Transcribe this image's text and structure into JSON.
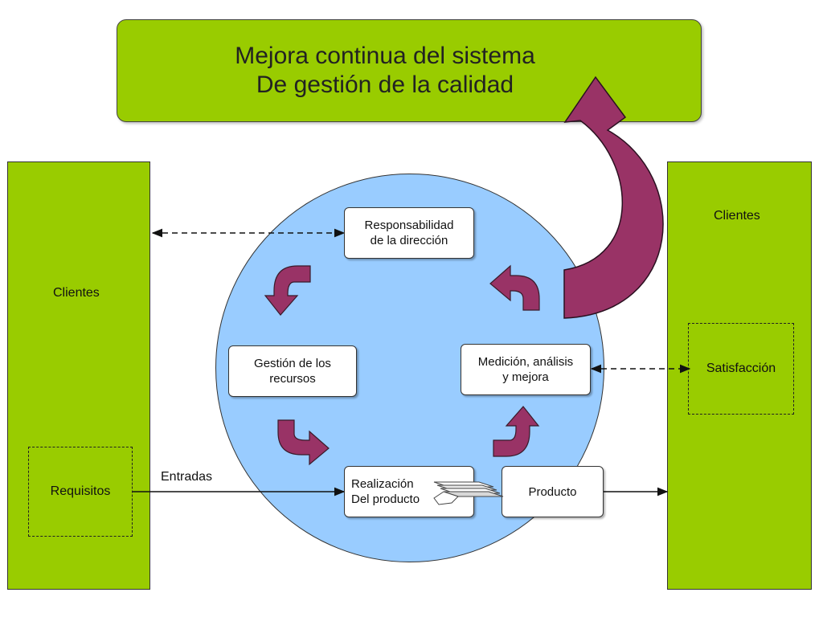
{
  "banner": {
    "line1": "Mejora continua del sistema",
    "line2": "De gestión de la calidad"
  },
  "left_column": {
    "label": "Clientes",
    "requirements": "Requisitos"
  },
  "right_column": {
    "label": "Clientes",
    "satisfaction": "Satisfacción"
  },
  "nodes": {
    "management": {
      "line1": "Responsabilidad",
      "line2": "de la dirección"
    },
    "resources": {
      "line1": "Gestión de los",
      "line2": "recursos"
    },
    "measurement": {
      "line1": "Medición, análisis",
      "line2": "y mejora"
    },
    "realization": {
      "line1": "Realización",
      "line2": "Del producto"
    },
    "product": {
      "label": "Producto"
    }
  },
  "flows": {
    "inputs_label": "Entradas"
  },
  "colors": {
    "green": "#99cc00",
    "circle": "#99ccff",
    "arrow": "#993366"
  }
}
